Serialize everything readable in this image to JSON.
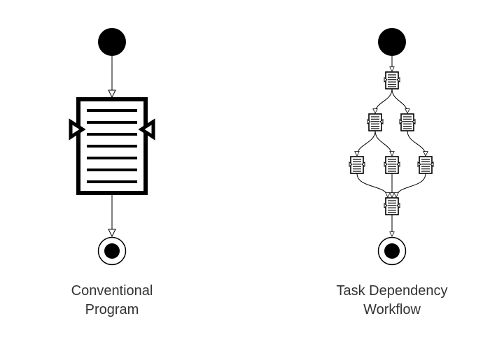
{
  "diagrams": [
    {
      "id": "conventional",
      "caption_lines": [
        "Conventional",
        "Program"
      ]
    },
    {
      "id": "workflow",
      "caption_lines": [
        "Task Dependency",
        "Workflow"
      ]
    }
  ],
  "colors": {
    "stroke": "#000000",
    "fill": "#ffffff",
    "caption": "#333333"
  },
  "icons": {
    "start_node": "filled-circle",
    "end_node": "bullseye-circle",
    "task": "document-lines-icon"
  }
}
